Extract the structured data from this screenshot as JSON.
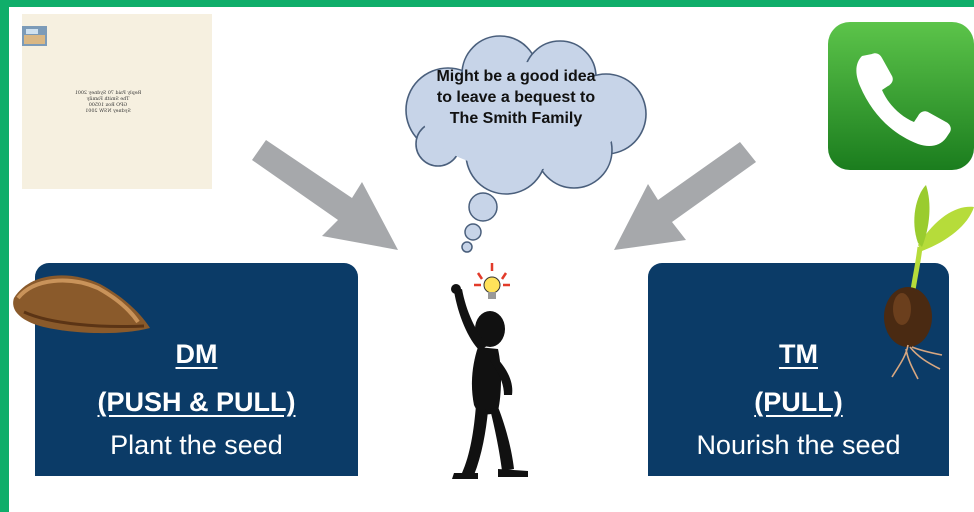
{
  "envelope": {
    "address_lines": [
      "Reply Paid 70 Sydney 2001",
      "The Smith Family",
      "GPO Box 10500",
      "Sydney NSW 2001"
    ]
  },
  "thought_bubble": {
    "text": "Might be a good idea to leave a bequest to The Smith Family"
  },
  "left_box": {
    "title_line1": "DM",
    "title_line2": "(PUSH & PULL)",
    "subtitle": "Plant the seed"
  },
  "right_box": {
    "title_line1": "TM",
    "title_line2": "(PULL)",
    "subtitle": "Nourish the seed"
  },
  "colors": {
    "frame": "#0fae6a",
    "box": "#0b3b67",
    "arrow": "#a6a8ab",
    "cloud": "#c7d4e8",
    "phone": "#2e9c2a"
  },
  "icons": [
    "envelope-icon",
    "thought-cloud-icon",
    "seed-icon",
    "phone-icon",
    "sprout-icon",
    "thinking-person-icon"
  ]
}
